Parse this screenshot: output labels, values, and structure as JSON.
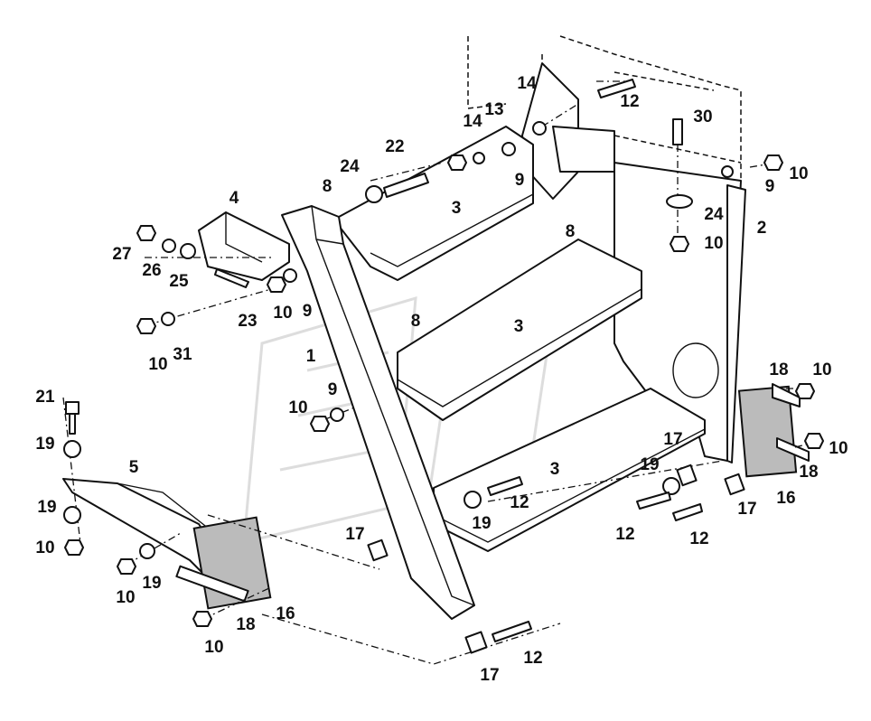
{
  "title": "Step ladder assembly parts diagram",
  "callouts": [
    {
      "id": "c1",
      "text": "14"
    },
    {
      "id": "c2",
      "text": "12"
    },
    {
      "id": "c3",
      "text": "30"
    },
    {
      "id": "c4",
      "text": "14"
    },
    {
      "id": "c5",
      "text": "13"
    },
    {
      "id": "c6",
      "text": "22"
    },
    {
      "id": "c7",
      "text": "9"
    },
    {
      "id": "c8",
      "text": "9"
    },
    {
      "id": "c9",
      "text": "10"
    },
    {
      "id": "c10",
      "text": "24"
    },
    {
      "id": "c11",
      "text": "8"
    },
    {
      "id": "c12",
      "text": "3"
    },
    {
      "id": "c13",
      "text": "4"
    },
    {
      "id": "c14",
      "text": "24"
    },
    {
      "id": "c15",
      "text": "2"
    },
    {
      "id": "c16",
      "text": "10"
    },
    {
      "id": "c17",
      "text": "8"
    },
    {
      "id": "c18",
      "text": "27"
    },
    {
      "id": "c19",
      "text": "26"
    },
    {
      "id": "c20",
      "text": "25"
    },
    {
      "id": "c21",
      "text": "23"
    },
    {
      "id": "c22",
      "text": "10"
    },
    {
      "id": "c23",
      "text": "9"
    },
    {
      "id": "c24",
      "text": "8"
    },
    {
      "id": "c25",
      "text": "3"
    },
    {
      "id": "c26",
      "text": "10"
    },
    {
      "id": "c27",
      "text": "31"
    },
    {
      "id": "c28",
      "text": "1"
    },
    {
      "id": "c29",
      "text": "18"
    },
    {
      "id": "c30",
      "text": "10"
    },
    {
      "id": "c31",
      "text": "21"
    },
    {
      "id": "c32",
      "text": "9"
    },
    {
      "id": "c33",
      "text": "10"
    },
    {
      "id": "c34",
      "text": "19"
    },
    {
      "id": "c35",
      "text": "17"
    },
    {
      "id": "c36",
      "text": "10"
    },
    {
      "id": "c37",
      "text": "5"
    },
    {
      "id": "c38",
      "text": "19"
    },
    {
      "id": "c39",
      "text": "3"
    },
    {
      "id": "c40",
      "text": "18"
    },
    {
      "id": "c41",
      "text": "19"
    },
    {
      "id": "c42",
      "text": "12"
    },
    {
      "id": "c43",
      "text": "16"
    },
    {
      "id": "c44",
      "text": "17"
    },
    {
      "id": "c45",
      "text": "19"
    },
    {
      "id": "c46",
      "text": "10"
    },
    {
      "id": "c47",
      "text": "17"
    },
    {
      "id": "c48",
      "text": "12"
    },
    {
      "id": "c49",
      "text": "12"
    },
    {
      "id": "c50",
      "text": "19"
    },
    {
      "id": "c51",
      "text": "10"
    },
    {
      "id": "c52",
      "text": "16"
    },
    {
      "id": "c53",
      "text": "18"
    },
    {
      "id": "c54",
      "text": "10"
    },
    {
      "id": "c55",
      "text": "12"
    },
    {
      "id": "c56",
      "text": "17"
    }
  ]
}
